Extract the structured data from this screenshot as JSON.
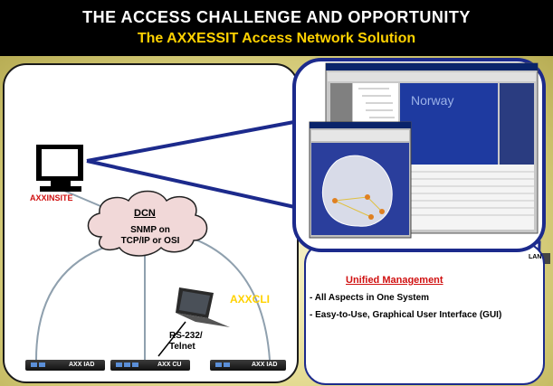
{
  "header": {
    "title": "THE ACCESS CHALLENGE AND OPPORTUNITY",
    "subtitle": "The AXXESSIT Access Network Solution"
  },
  "network": {
    "management_station": "AXXINSITE",
    "cloud_title": "DCN",
    "cloud_lines": [
      "SNMP on",
      "TCP/IP or OSI"
    ],
    "cli": "AXXCLI",
    "serial_line1": "RS-232/",
    "serial_line2": "Telnet",
    "devices": [
      "AXX IAD",
      "AXX CU",
      "AXX IAD"
    ],
    "lan_label": "LAN"
  },
  "unified": {
    "title": "Unified Management",
    "bullets": [
      "- All Aspects in One System",
      "- Easy-to-Use, Graphical User Interface (GUI)"
    ]
  },
  "screenshot": {
    "map_text": "Norway"
  },
  "colors": {
    "title": "#ffffff",
    "subtitle": "#ffd200",
    "accent_red": "#d01010",
    "callout_blue": "#1c2a8c",
    "cloud_pink": "#f1d8d8"
  }
}
